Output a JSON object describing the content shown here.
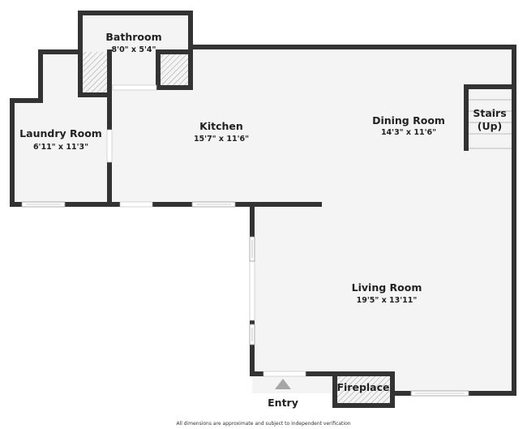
{
  "rooms": {
    "bathroom": {
      "name": "Bathroom",
      "dims": "8'0\" x 5'4\""
    },
    "laundry": {
      "name": "Laundry Room",
      "dims": "6'11\" x 11'3\""
    },
    "kitchen": {
      "name": "Kitchen",
      "dims": "15'7\" x 11'6\""
    },
    "dining": {
      "name": "Dining Room",
      "dims": "14'3\" x 11'6\""
    },
    "stairs": {
      "name_line1": "Stairs",
      "name_line2": "(Up)"
    },
    "living": {
      "name": "Living Room",
      "dims": "19'5\" x 13'11\""
    },
    "fireplace": {
      "name": "Fireplace"
    }
  },
  "entry_label": "Entry",
  "footer": "All dimensions are approximate and subject to independent verification",
  "colors": {
    "wall": "#333333",
    "floor": "#f4f4f4",
    "entry_arrow": "#a6a6a6"
  }
}
